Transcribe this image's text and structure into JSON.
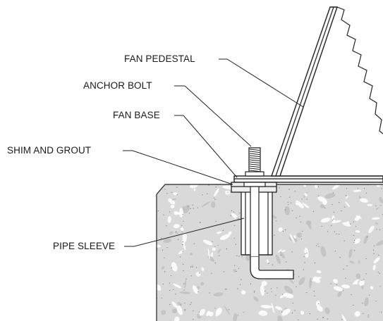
{
  "labels": {
    "fan_pedestal": "FAN PEDESTAL",
    "anchor_bolt": "ANCHOR BOLT",
    "fan_base": "FAN BASE",
    "shim_and_grout": "SHIM AND GROUT",
    "pipe_sleeve": "PIPE SLEEVE"
  },
  "colors": {
    "concrete_fill": "#d9d9d9",
    "aggregate": "#bfbfbf",
    "line": "#222222"
  }
}
